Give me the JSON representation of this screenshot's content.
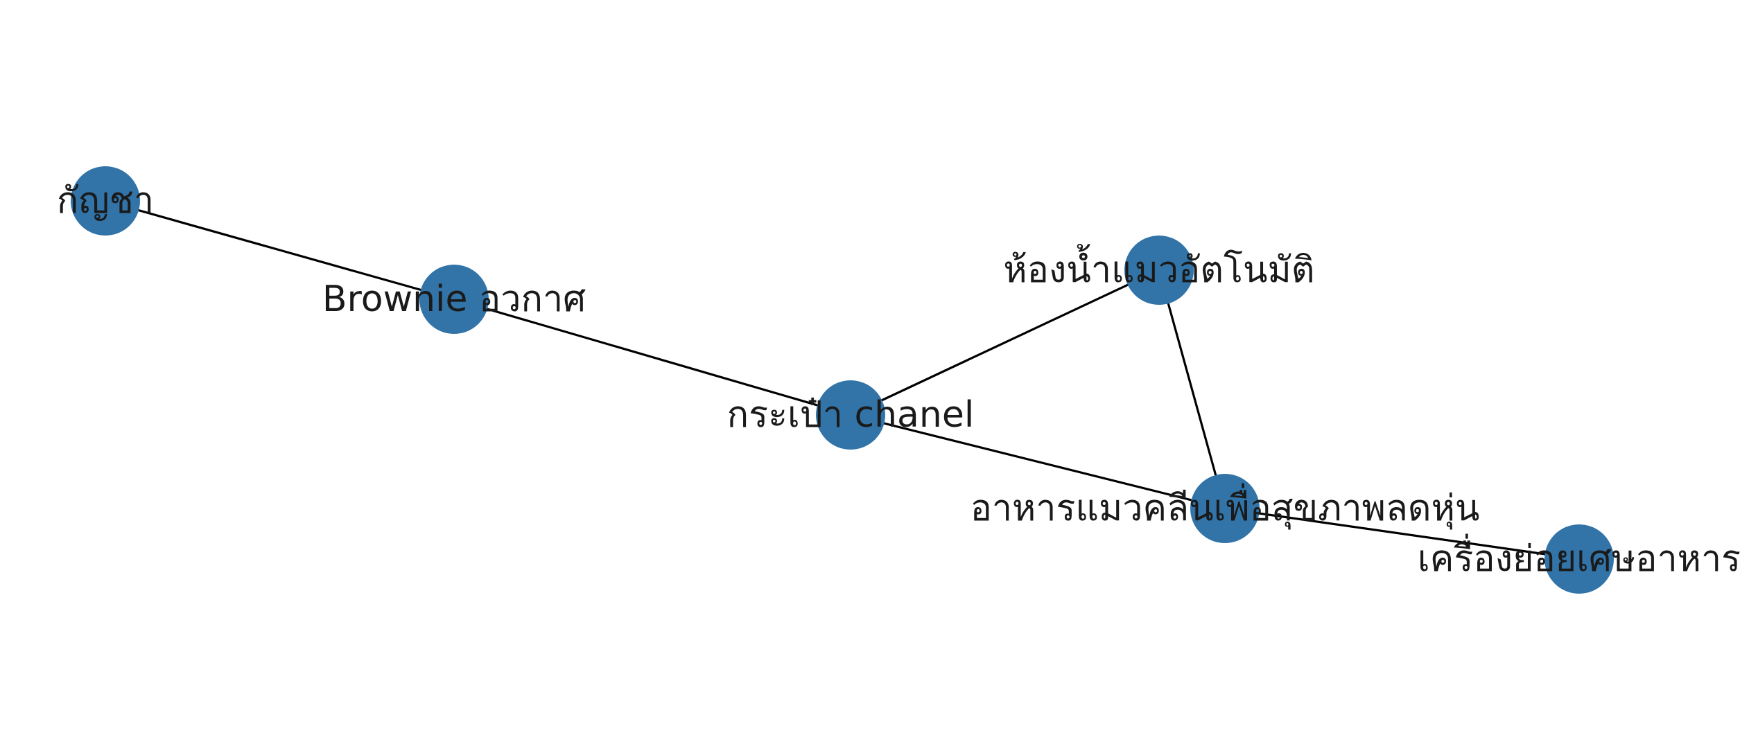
{
  "graph": {
    "node_color": "#3274a8",
    "edge_color": "#000000",
    "label_color": "#1a1a1a",
    "nodes": [
      {
        "id": "kanchha",
        "label": "กัญชา"
      },
      {
        "id": "brownie",
        "label": "Brownie อวกาศ"
      },
      {
        "id": "chanel",
        "label": "กระเป๋า chanel"
      },
      {
        "id": "toilet",
        "label": "ห้องน้ำแมวอัตโนมัติ"
      },
      {
        "id": "catfood",
        "label": "อาหารแมวคลีนเพื่อสุขภาพลดหุ่น"
      },
      {
        "id": "disposer",
        "label": "เครื่องย่อยเศษอาหาร"
      }
    ],
    "edges": [
      {
        "source": "kanchha",
        "target": "brownie"
      },
      {
        "source": "brownie",
        "target": "chanel"
      },
      {
        "source": "chanel",
        "target": "toilet"
      },
      {
        "source": "chanel",
        "target": "catfood"
      },
      {
        "source": "toilet",
        "target": "catfood"
      },
      {
        "source": "catfood",
        "target": "disposer"
      }
    ]
  }
}
